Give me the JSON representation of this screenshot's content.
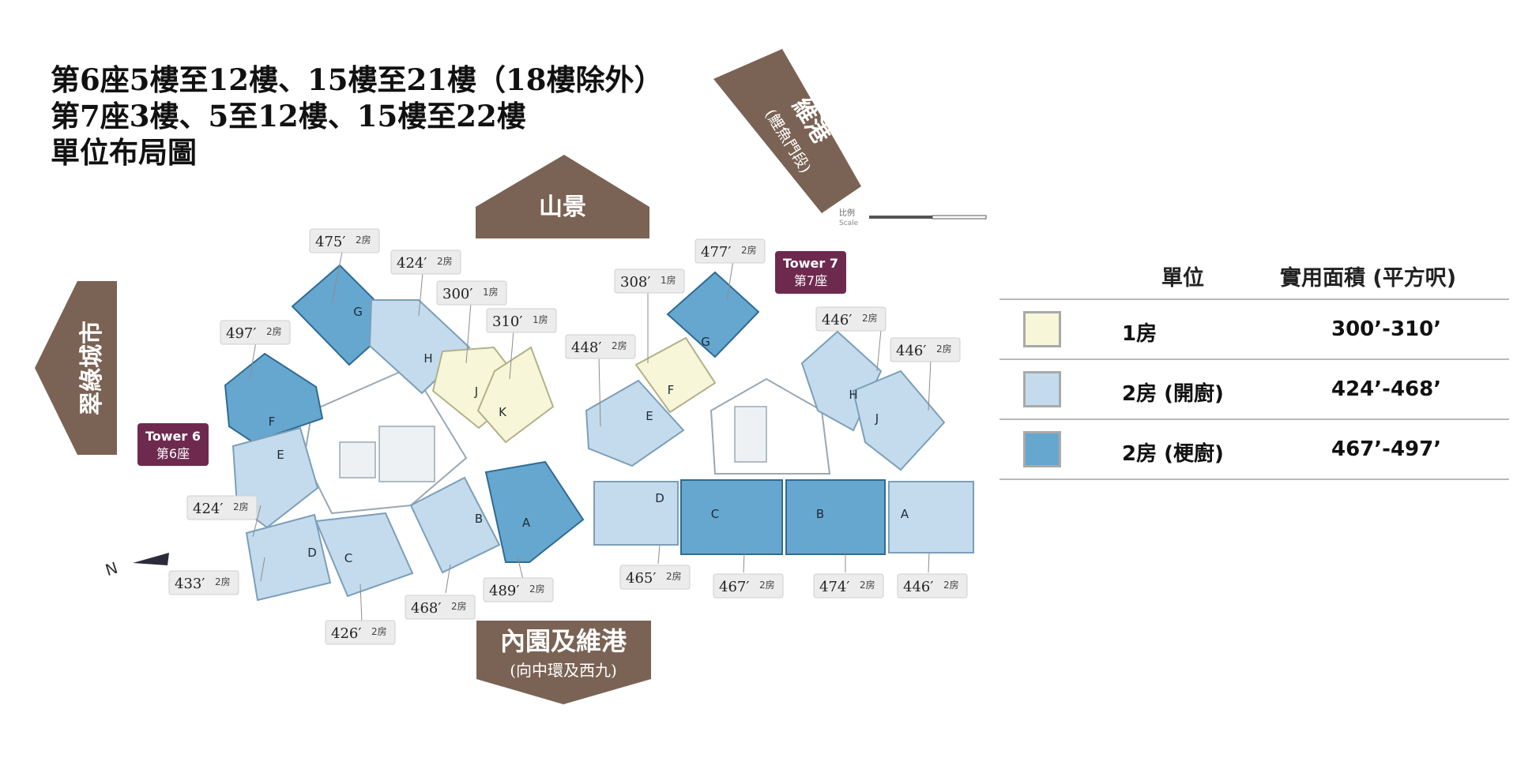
{
  "title": {
    "line1": "第6座5樓至12樓、15樓至21樓（18樓除外）",
    "line2": "第7座3樓、5至12樓、15樓至22樓",
    "line3": "單位布局圖"
  },
  "directions": {
    "mountain": "山景",
    "harbour": "維港",
    "harbour_sub": "(鯉魚門段)",
    "city": "翠綠城市",
    "inner": "內園及維港",
    "inner_sub": "(向中環及西九)"
  },
  "scale": {
    "label_cn": "比例",
    "label_en": "Scale"
  },
  "compass": {
    "north": "N"
  },
  "towers": [
    {
      "en": "Tower 6",
      "cn": "第6座"
    },
    {
      "en": "Tower 7",
      "cn": "第7座"
    }
  ],
  "tags": [
    {
      "area": "475′",
      "rooms": "2房"
    },
    {
      "area": "424′",
      "rooms": "2房"
    },
    {
      "area": "300′",
      "rooms": "1房"
    },
    {
      "area": "310′",
      "rooms": "1房"
    },
    {
      "area": "497′",
      "rooms": "2房"
    },
    {
      "area": "424′",
      "rooms": "2房"
    },
    {
      "area": "433′",
      "rooms": "2房"
    },
    {
      "area": "426′",
      "rooms": "2房"
    },
    {
      "area": "468′",
      "rooms": "2房"
    },
    {
      "area": "489′",
      "rooms": "2房"
    },
    {
      "area": "308′",
      "rooms": "1房"
    },
    {
      "area": "477′",
      "rooms": "2房"
    },
    {
      "area": "448′",
      "rooms": "2房"
    },
    {
      "area": "446′",
      "rooms": "2房"
    },
    {
      "area": "446′",
      "rooms": "2房"
    },
    {
      "area": "465′",
      "rooms": "2房"
    },
    {
      "area": "467′",
      "rooms": "2房"
    },
    {
      "area": "474′",
      "rooms": "2房"
    },
    {
      "area": "446′",
      "rooms": "2房"
    }
  ],
  "units": [
    "G",
    "H",
    "J",
    "K",
    "F",
    "E",
    "D",
    "C",
    "B",
    "A",
    "G",
    "F",
    "E",
    "H",
    "J",
    "D",
    "C",
    "B",
    "A"
  ],
  "legend": {
    "col_unit": "單位",
    "col_area": "實用面積 (平方呎)",
    "rows": [
      {
        "type": "1房",
        "area": "300’-310’",
        "color": "#f7f6d8"
      },
      {
        "type": "2房 (開廚)",
        "area": "424’-468’",
        "color": "#c3dbed"
      },
      {
        "type": "2房 (梗廚)",
        "area": "467’-497’",
        "color": "#66a7d0"
      }
    ]
  },
  "colors": {
    "brown": "#7a6354",
    "tower_badge": "#6e2a4e",
    "light_blue": "#c3dbed",
    "dark_blue": "#66a7d0",
    "yellow": "#f7f6d8"
  }
}
